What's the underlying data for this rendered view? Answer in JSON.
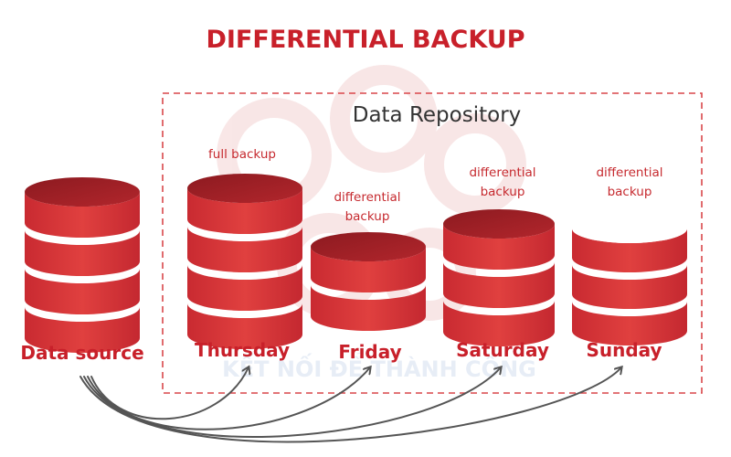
{
  "title": "DIFFERENTIAL  BACKUP",
  "repository": {
    "title": "Data Repository"
  },
  "source": {
    "label": "Data source"
  },
  "days": [
    {
      "label": "Thursday",
      "note_line1": "full backup",
      "note_line2": ""
    },
    {
      "label": "Friday",
      "note_line1": "differential",
      "note_line2": "backup"
    },
    {
      "label": "Saturday",
      "note_line1": "differential",
      "note_line2": "backup"
    },
    {
      "label": "Sunday",
      "note_line1": "differential",
      "note_line2": "backup"
    }
  ],
  "watermark": {
    "text": "KẾT NỐI ĐỂ THÀNH CÔNG"
  },
  "colors": {
    "title": "#c8202a",
    "database_light": "#df3a3a",
    "database_dark": "#b5242b",
    "database_top": "#9c1d22",
    "repository_border": "#d9474a",
    "arrow": "#555555",
    "watermark": "#f6e2e2"
  }
}
